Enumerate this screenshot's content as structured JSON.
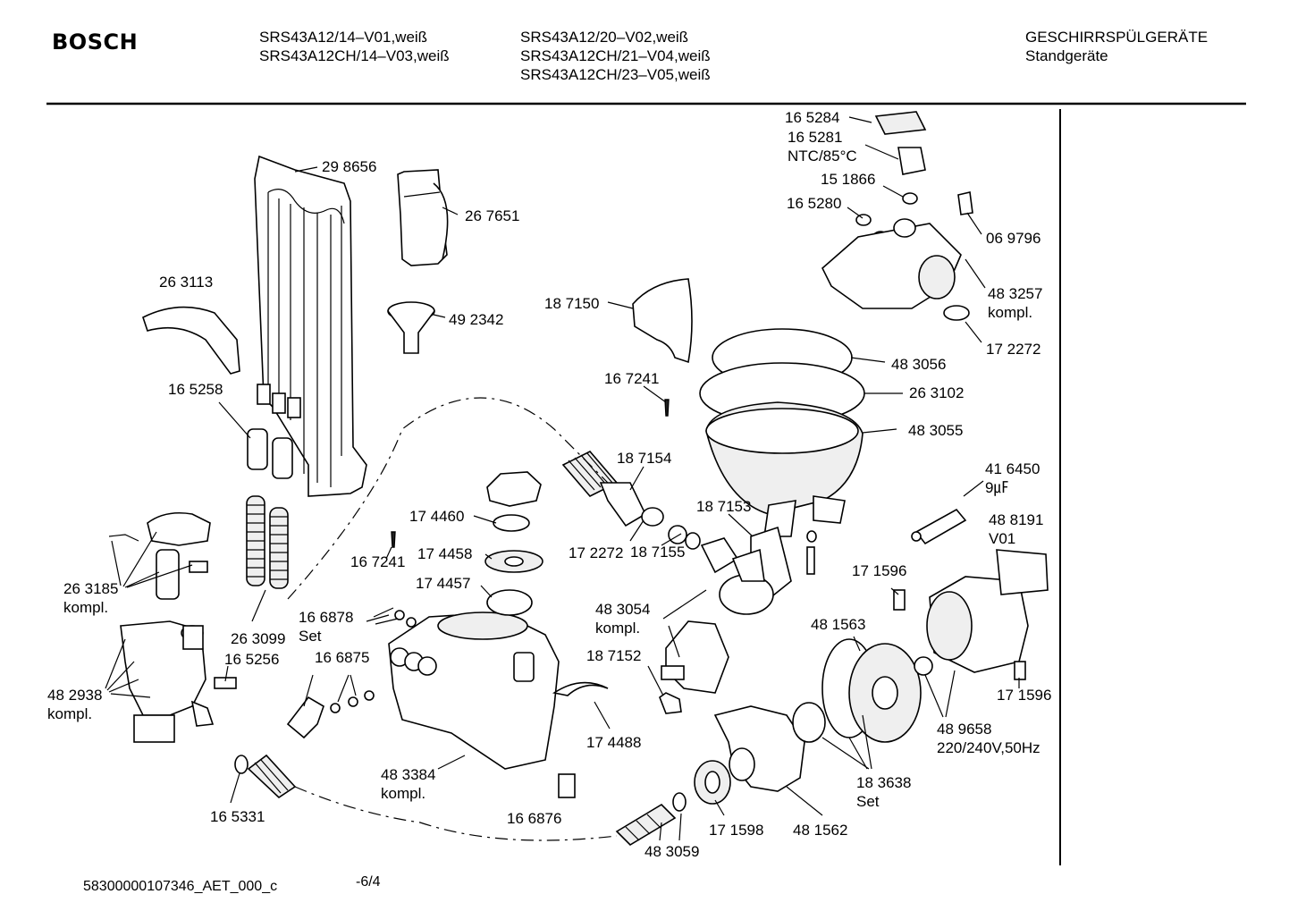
{
  "header": {
    "brand": "BOSCH",
    "models_col1": "SRS43A12/14–V01,weiß\nSRS43A12CH/14–V03,weiß",
    "models_col2": "SRS43A12/20–V02,weiß\nSRS43A12CH/21–V04,weiß\nSRS43A12CH/23–V05,weiß",
    "category": "GESCHIRRSPÜLGERÄTE\nStandgeräte"
  },
  "footer": {
    "doc_id": "58300000107346_AET_000_c",
    "page": "-6/4"
  },
  "labels": [
    {
      "id": "l1",
      "lines": [
        "16 5284"
      ]
    },
    {
      "id": "l2",
      "lines": [
        "16 5281",
        "NTC/85°C"
      ]
    },
    {
      "id": "l3",
      "lines": [
        "15 1866"
      ]
    },
    {
      "id": "l4",
      "lines": [
        "16 5280"
      ]
    },
    {
      "id": "l5",
      "lines": [
        "06 9796"
      ]
    },
    {
      "id": "l6",
      "lines": [
        "48 3257",
        "kompl."
      ]
    },
    {
      "id": "l7",
      "lines": [
        "17 2272"
      ]
    },
    {
      "id": "l8",
      "lines": [
        "48 3056"
      ]
    },
    {
      "id": "l9",
      "lines": [
        "26 3102"
      ]
    },
    {
      "id": "l10",
      "lines": [
        "48 3055"
      ]
    },
    {
      "id": "l11",
      "lines": [
        "41 6450",
        "9㎌"
      ]
    },
    {
      "id": "l12",
      "lines": [
        "48 8191",
        "V01"
      ]
    },
    {
      "id": "l13",
      "lines": [
        "17 1596"
      ]
    },
    {
      "id": "l14",
      "lines": [
        "17 1596"
      ]
    },
    {
      "id": "l15",
      "lines": [
        "48 9658",
        "220/240V,50Hz"
      ]
    },
    {
      "id": "l16",
      "lines": [
        "48 1563"
      ]
    },
    {
      "id": "l17",
      "lines": [
        "18 3638",
        "Set"
      ]
    },
    {
      "id": "l18",
      "lines": [
        "48 1562"
      ]
    },
    {
      "id": "l19",
      "lines": [
        "17 1598"
      ]
    },
    {
      "id": "l20",
      "lines": [
        "48 3059"
      ]
    },
    {
      "id": "l21",
      "lines": [
        "16 6876"
      ]
    },
    {
      "id": "l22",
      "lines": [
        "17 4488"
      ]
    },
    {
      "id": "l23",
      "lines": [
        "18 7152"
      ]
    },
    {
      "id": "l24",
      "lines": [
        "48 3054",
        "kompl."
      ]
    },
    {
      "id": "l25",
      "lines": [
        "18 7155"
      ]
    },
    {
      "id": "l26",
      "lines": [
        "17 2272"
      ]
    },
    {
      "id": "l27",
      "lines": [
        "18 7153"
      ]
    },
    {
      "id": "l28",
      "lines": [
        "18 7154"
      ]
    },
    {
      "id": "l29",
      "lines": [
        "16 7241"
      ]
    },
    {
      "id": "l30",
      "lines": [
        "18 7150"
      ]
    },
    {
      "id": "l31",
      "lines": [
        "29 8656"
      ]
    },
    {
      "id": "l32",
      "lines": [
        "26 7651"
      ]
    },
    {
      "id": "l33",
      "lines": [
        "49 2342"
      ]
    },
    {
      "id": "l34",
      "lines": [
        "26 3113"
      ]
    },
    {
      "id": "l35",
      "lines": [
        "16 5258"
      ]
    },
    {
      "id": "l36",
      "lines": [
        "17 4460"
      ]
    },
    {
      "id": "l37",
      "lines": [
        "17 4458"
      ]
    },
    {
      "id": "l38",
      "lines": [
        "17 4457"
      ]
    },
    {
      "id": "l39",
      "lines": [
        "16 7241"
      ]
    },
    {
      "id": "l40",
      "lines": [
        "26 3185",
        "kompl."
      ]
    },
    {
      "id": "l41",
      "lines": [
        "26 3099"
      ]
    },
    {
      "id": "l42",
      "lines": [
        "16 6878",
        "Set"
      ]
    },
    {
      "id": "l43",
      "lines": [
        "16 6875"
      ]
    },
    {
      "id": "l44",
      "lines": [
        "16 5256"
      ]
    },
    {
      "id": "l45",
      "lines": [
        "48 2938",
        "kompl."
      ]
    },
    {
      "id": "l46",
      "lines": [
        "48 3384",
        "kompl."
      ]
    },
    {
      "id": "l47",
      "lines": [
        "16 5331"
      ]
    }
  ]
}
